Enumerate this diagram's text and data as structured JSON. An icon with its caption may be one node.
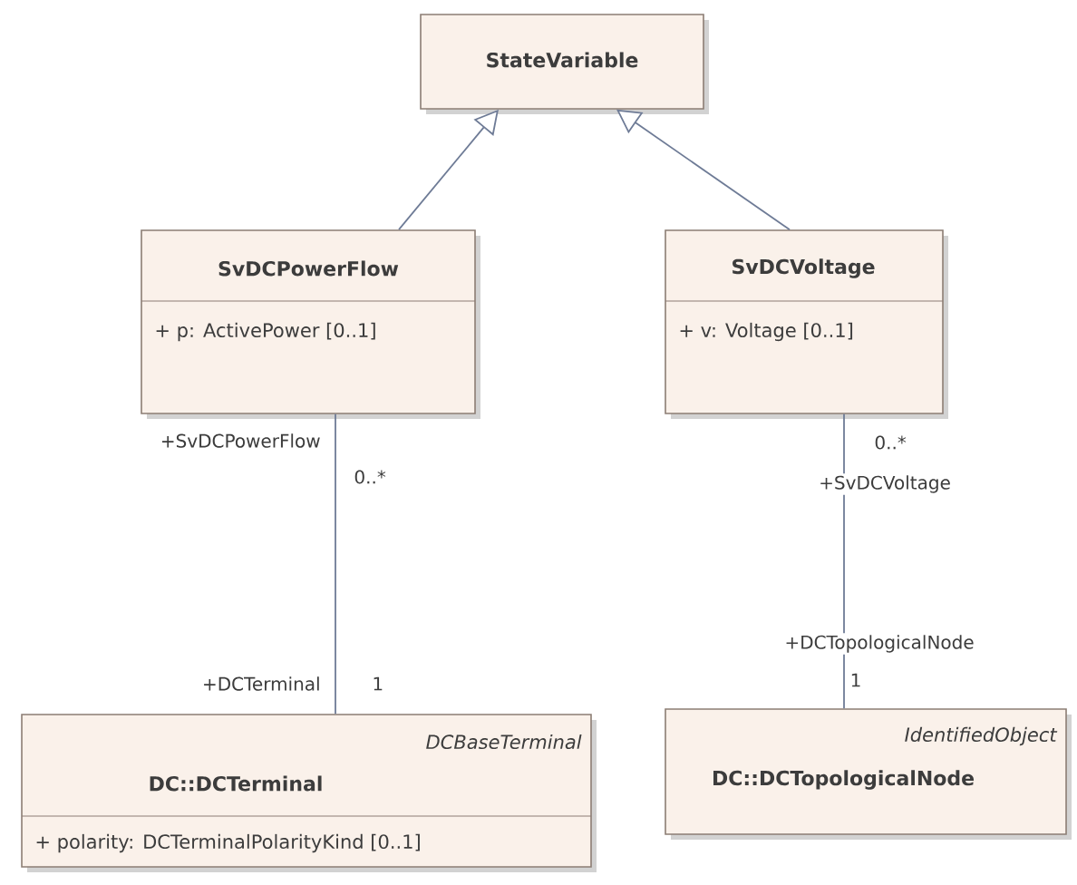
{
  "diagram": {
    "nodes": [
      {
        "text": [
          "StateVariable"
        ]
      },
      {
        "text": [
          "SvDCPowerFlow",
          "+ p: ActivePower [0..1]"
        ]
      },
      {
        "text": [
          "SvDCVoltage",
          "+ v: Voltage [0..1]"
        ]
      },
      {
        "text": [
          "DCBaseTerminal",
          "DC::DCTerminal",
          "+ polarity: DCTerminalPolarityKind [0..1]"
        ]
      },
      {
        "text": [
          "IdentifiedObject",
          "DC::DCTopologicalNode"
        ]
      }
    ],
    "edges": [
      {
        "from": 1,
        "to": 0,
        "arrow": "to"
      },
      {
        "from": 2,
        "to": 0,
        "arrow": "to"
      },
      {
        "from": 1,
        "to": 3,
        "arrow": "none"
      },
      {
        "from": 2,
        "to": 4,
        "arrow": "none"
      }
    ],
    "labels": [
      "+SvDCPowerFlow",
      "0..*",
      "0..*",
      "+SvDCVoltage",
      "+DCTopologicalNode",
      "+DCTerminal",
      "1",
      "1"
    ]
  }
}
